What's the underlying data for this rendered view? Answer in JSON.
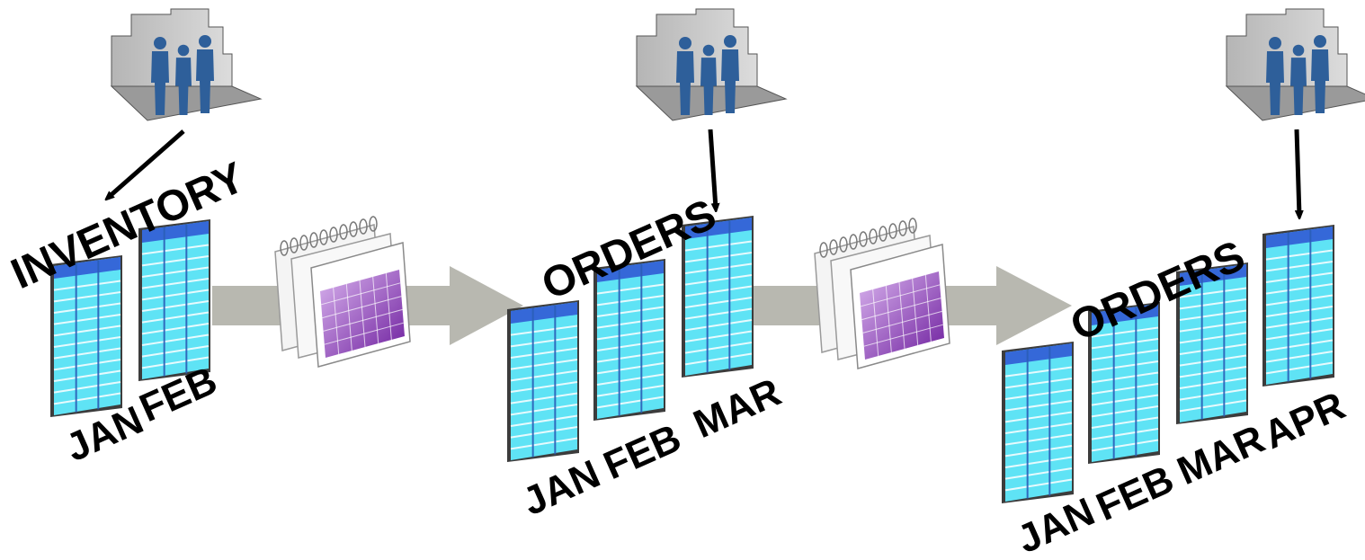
{
  "stages": [
    {
      "table_title": "INVENTORY",
      "months": [
        "JAN",
        "FEB"
      ]
    },
    {
      "table_title": "ORDERS",
      "months": [
        "JAN",
        "FEB",
        "MAR"
      ]
    },
    {
      "table_title": "ORDERS",
      "months": [
        "JAN",
        "FEB",
        "MAR",
        "APR"
      ]
    }
  ],
  "colors": {
    "table_face": "#5fe3f5",
    "table_header": "#3568d8",
    "table_side": "#3c3c3c",
    "calendar_accent": "#8a3fb8",
    "arrow": "#b8b8b0",
    "people": "#2e5f9a",
    "room": "#c8c8c8"
  },
  "icons": {
    "users": "users-room-icon",
    "calendar": "calendar-icon",
    "table": "data-table-icon"
  }
}
